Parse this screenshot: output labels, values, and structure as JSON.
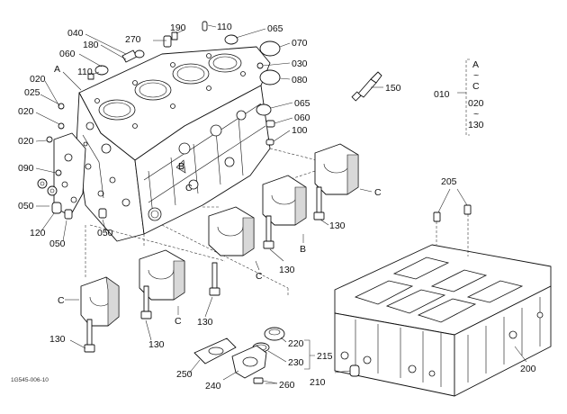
{
  "diagram": {
    "footer_code": "1G545-006-10",
    "labels": {
      "p010": "010",
      "p020_a": "020",
      "p020_b": "020",
      "p020_c": "020",
      "p025": "025",
      "p030": "030",
      "p040": "040",
      "p050_a": "050",
      "p050_b": "050",
      "p050_c": "050",
      "p060_a": "060",
      "p060_b": "060",
      "p065_a": "065",
      "p065_b": "065",
      "p070": "070",
      "p080": "080",
      "p090": "090",
      "p100": "100",
      "p110_a": "110",
      "p110_b": "110",
      "p120": "120",
      "p130_a": "130",
      "p130_b": "130",
      "p130_c": "130",
      "p130_d": "130",
      "p130_e": "130",
      "p150": "150",
      "p180": "180",
      "p190": "190",
      "p200": "200",
      "p205": "205",
      "p210": "210",
      "p215": "215",
      "p220": "220",
      "p230": "230",
      "p240": "240",
      "p250": "250",
      "p260": "260",
      "p270": "270",
      "ref_a_1": "A",
      "ref_a_2": "A",
      "ref_b_1": "B",
      "ref_b_2": "B",
      "ref_c_1": "C",
      "ref_c_2": "C",
      "ref_c_3": "C",
      "ref_c_4": "C",
      "ref_c_5": "C",
      "tilde": "~",
      "range_020": "020",
      "range_130": "130"
    }
  }
}
